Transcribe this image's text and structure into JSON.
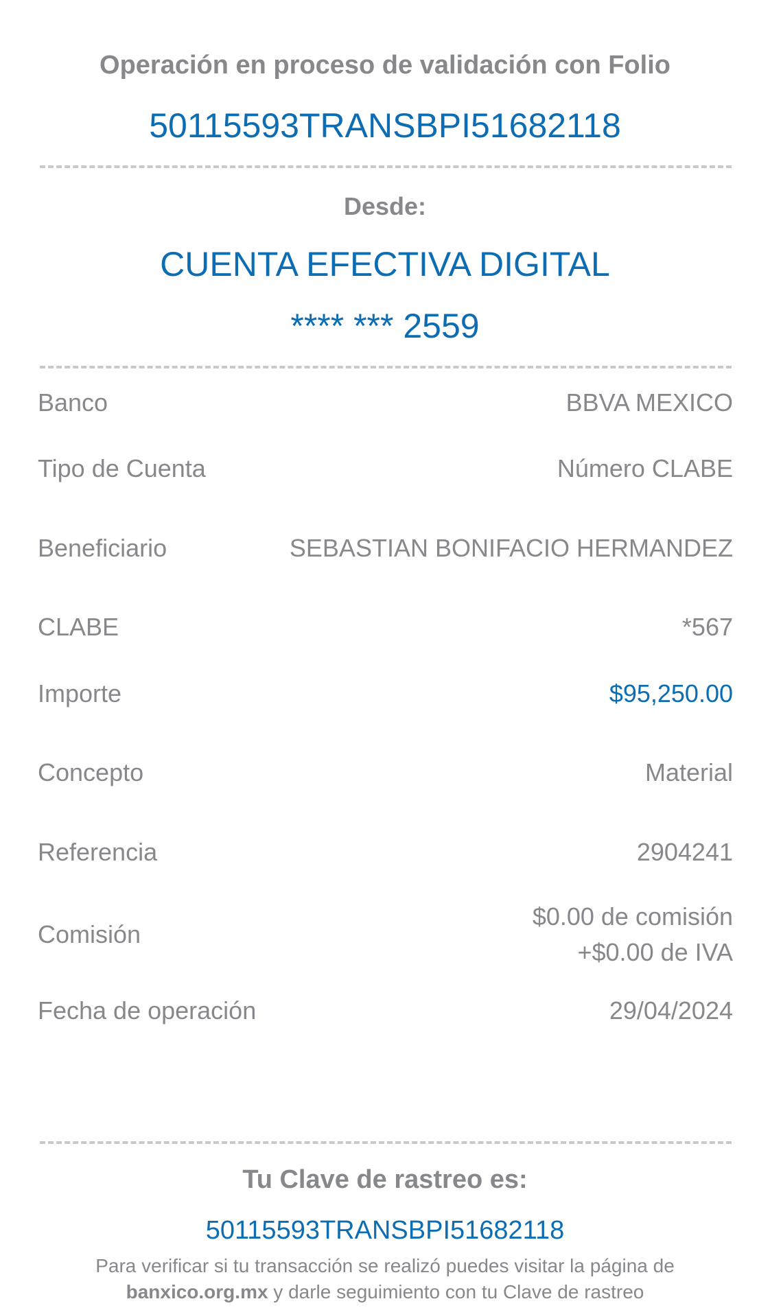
{
  "header": {
    "title": "Operación en proceso de validación con Folio",
    "folio": "50115593TRANSBPI51682118"
  },
  "origin": {
    "label": "Desde:",
    "account_name": "CUENTA EFECTIVA DIGITAL",
    "account_masked": "**** *** 2559"
  },
  "details": [
    {
      "label": "Banco",
      "value": "BBVA MEXICO"
    },
    {
      "label": "Tipo de Cuenta",
      "value": "Número CLABE"
    },
    {
      "label": "Beneficiario",
      "value": "SEBASTIAN BONIFACIO HERMANDEZ"
    },
    {
      "label": "CLABE",
      "value": "*567"
    },
    {
      "label": "Importe",
      "value": "$95,250.00"
    },
    {
      "label": "Concepto",
      "value": "Material"
    },
    {
      "label": "Referencia",
      "value": "2904241"
    },
    {
      "label": "Comisión",
      "value": "$0.00 de comisión",
      "value2": "+$0.00 de IVA"
    },
    {
      "label": "Fecha de operación",
      "value": "29/04/2024"
    }
  ],
  "tracking": {
    "label": "Tu Clave de rastreo es:",
    "code": "50115593TRANSBPI51682118",
    "note_line1": "Para verificar si tu transacción se realizó puedes visitar la página de",
    "note_link": "banxico.org.mx",
    "note_line2_rest": " y darle seguimiento con tu Clave de rastreo"
  },
  "colors": {
    "accent": "#0c6db3",
    "text": "#86888c"
  }
}
